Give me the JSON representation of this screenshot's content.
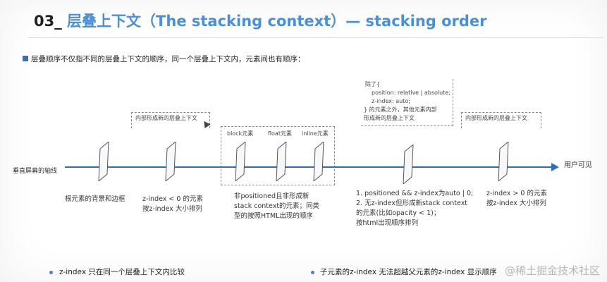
{
  "header": {
    "title_number": "03_",
    "title_text": "层叠上下文（The stacking context）— stacking order"
  },
  "intro": "层叠顺序不仅指不同的层叠上下文的顺序，同一个层叠上下文内，元素间也有顺序：",
  "diagram": {
    "axis_left_label": "垂直屏幕的轴线",
    "axis_right_label": "用户可见",
    "box_negative_label": "内部形成新的层叠上下文",
    "box_positive_label": "内部形成新的层叠上下文",
    "box_auto_lines": [
      "除了{",
      "position: relative | absolute;",
      "z-index: auto;",
      "} 的元素之外，其他元素内部",
      "形成新的层叠上下文"
    ],
    "plane_labels": {
      "block": "block元素",
      "float": "float元素",
      "inline": "inline元素"
    },
    "desc_root": "根元素的背景和边框",
    "desc_negative": [
      "z-index < 0 的元素",
      "按z-index 大小排列"
    ],
    "desc_flow": [
      "非positioned且非形成新",
      "stack context的元素；同类",
      "型的按照HTML出现的顺序"
    ],
    "desc_zero": [
      "1. positioned && z-index为auto | 0;",
      "2. 无z-index但形成新stack context",
      "的元素(比如opacity < 1)；",
      "按html出现顺序排列"
    ],
    "desc_positive": [
      "z-index > 0 的元素",
      "按z-index 大小排列"
    ]
  },
  "footer": {
    "note_left": "z-index  只在同一个层叠上下文内比较",
    "note_right": "子元素的z-index 无法超越父元素的z-index 显示顺序"
  },
  "watermark": "@稀土掘金技术社区",
  "colors": {
    "accent": "#4a90d9",
    "axis": "#2f6fb8",
    "bullet": "#3f6db5"
  }
}
